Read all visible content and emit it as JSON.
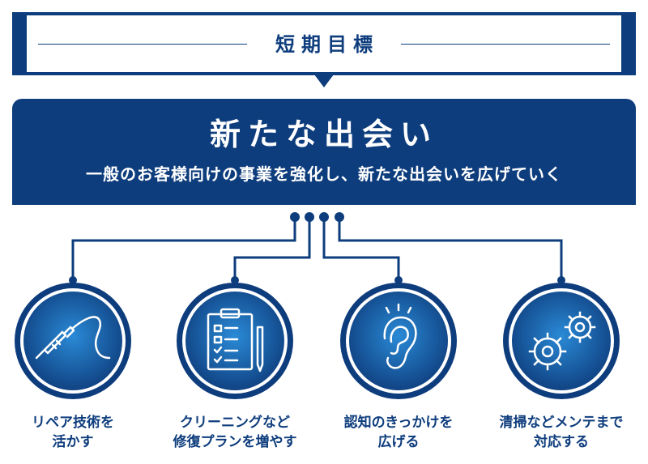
{
  "header": {
    "title": "短期目標"
  },
  "banner": {
    "title": "新たな出会い",
    "subtitle": "一般のお客様向けの事業を強化し、新たな出会いを広げていく"
  },
  "items": [
    {
      "label_line1": "リペア技術を",
      "label_line2": "活かす",
      "icon": "soldering-iron-icon"
    },
    {
      "label_line1": "クリーニングなど",
      "label_line2": "修復プランを増やす",
      "icon": "clipboard-checklist-icon"
    },
    {
      "label_line1": "認知のきっかけを",
      "label_line2": "広げる",
      "icon": "ear-icon"
    },
    {
      "label_line1": "清掃などメンテまで",
      "label_line2": "対応する",
      "icon": "gears-icon"
    }
  ],
  "colors": {
    "primary": "#0e3d7d",
    "gradient_light": "#2a8ad6",
    "background": "#ffffff"
  }
}
